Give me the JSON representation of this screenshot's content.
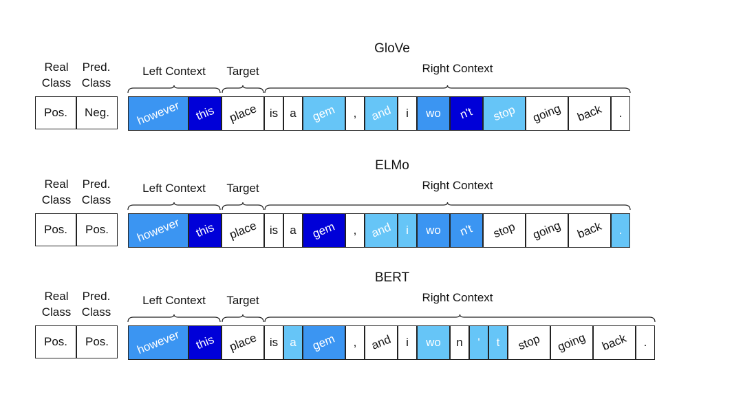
{
  "headers": {
    "real_class": [
      "Real",
      "Class"
    ],
    "pred_class": [
      "Pred.",
      "Class"
    ],
    "left_context": "Left Context",
    "target": "Target",
    "right_context": "Right  Context"
  },
  "colors": {
    "none": "#ffffff",
    "light": "#66c5f7",
    "medium": "#3b95f2",
    "dark": "#0000d8"
  },
  "panels": [
    {
      "title": "GloVe",
      "real": "Pos.",
      "pred": "Neg.",
      "tokens": [
        {
          "text": "however",
          "color": "medium"
        },
        {
          "text": "this",
          "color": "dark"
        },
        {
          "text": "place",
          "color": "none"
        },
        {
          "text": "is",
          "color": "none"
        },
        {
          "text": "a",
          "color": "none"
        },
        {
          "text": "gem",
          "color": "light"
        },
        {
          "text": ",",
          "color": "none"
        },
        {
          "text": "and",
          "color": "light"
        },
        {
          "text": "i",
          "color": "none"
        },
        {
          "text": "wo",
          "color": "medium"
        },
        {
          "text": "n't",
          "color": "dark"
        },
        {
          "text": "stop",
          "color": "light"
        },
        {
          "text": "going",
          "color": "none"
        },
        {
          "text": "back",
          "color": "none"
        },
        {
          "text": ".",
          "color": "none"
        }
      ]
    },
    {
      "title": "ELMo",
      "real": "Pos.",
      "pred": "Pos.",
      "tokens": [
        {
          "text": "however",
          "color": "medium"
        },
        {
          "text": "this",
          "color": "dark"
        },
        {
          "text": "place",
          "color": "none"
        },
        {
          "text": "is",
          "color": "none"
        },
        {
          "text": "a",
          "color": "none"
        },
        {
          "text": "gem",
          "color": "dark"
        },
        {
          "text": ",",
          "color": "none"
        },
        {
          "text": "and",
          "color": "light"
        },
        {
          "text": "i",
          "color": "light"
        },
        {
          "text": "wo",
          "color": "medium"
        },
        {
          "text": "n't",
          "color": "medium"
        },
        {
          "text": "stop",
          "color": "none"
        },
        {
          "text": "going",
          "color": "none"
        },
        {
          "text": "back",
          "color": "none"
        },
        {
          "text": ".",
          "color": "light"
        }
      ]
    },
    {
      "title": "BERT",
      "real": "Pos.",
      "pred": "Pos.",
      "tokens": [
        {
          "text": "however",
          "color": "medium"
        },
        {
          "text": "this",
          "color": "dark"
        },
        {
          "text": "place",
          "color": "none"
        },
        {
          "text": "is",
          "color": "none"
        },
        {
          "text": "a",
          "color": "light"
        },
        {
          "text": "gem",
          "color": "medium"
        },
        {
          "text": ",",
          "color": "none"
        },
        {
          "text": "and",
          "color": "none"
        },
        {
          "text": "i",
          "color": "none"
        },
        {
          "text": "wo",
          "color": "light"
        },
        {
          "text": "n",
          "color": "none"
        },
        {
          "text": "'",
          "color": "light"
        },
        {
          "text": "t",
          "color": "light"
        },
        {
          "text": "stop",
          "color": "none"
        },
        {
          "text": "going",
          "color": "none"
        },
        {
          "text": "back",
          "color": "none"
        },
        {
          "text": ".",
          "color": "none"
        }
      ]
    }
  ]
}
